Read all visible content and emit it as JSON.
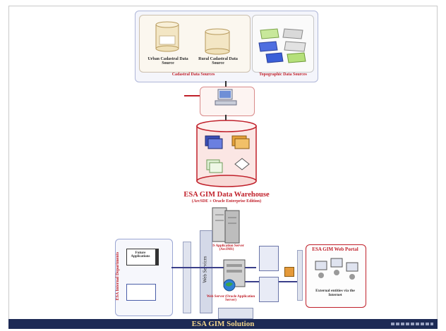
{
  "slide": {
    "footer_title": "ESA GIM Solution"
  },
  "sources": {
    "cadastral_caption": "Cadastral Data Sources",
    "topographic_caption": "Topographic Data Sources",
    "urban_label": "Urban Cadastral Data Source",
    "rural_label": "Rural Cadastral Data Source"
  },
  "warehouse": {
    "title": "ESA GIM Data Warehouse",
    "subtitle": "(ArcSDE + Oracle Enterprise Edition)"
  },
  "app_server": {
    "label": "GIS Application Server (ArcIMS)"
  },
  "internal": {
    "label": "ESA Internal Departments",
    "future_apps": "Future Applications"
  },
  "services": {
    "web_services": "Web Services"
  },
  "web_server": {
    "label": "Web Server (Oracle Application Server)"
  },
  "portal": {
    "title": "ESA GIM Web Portal",
    "external": "External entities via the Internet"
  },
  "colors": {
    "footer_bg": "#1d2a55",
    "footer_text": "#f1d48a",
    "accent_red": "#c0202a",
    "panel_border": "#aeb6d8"
  }
}
